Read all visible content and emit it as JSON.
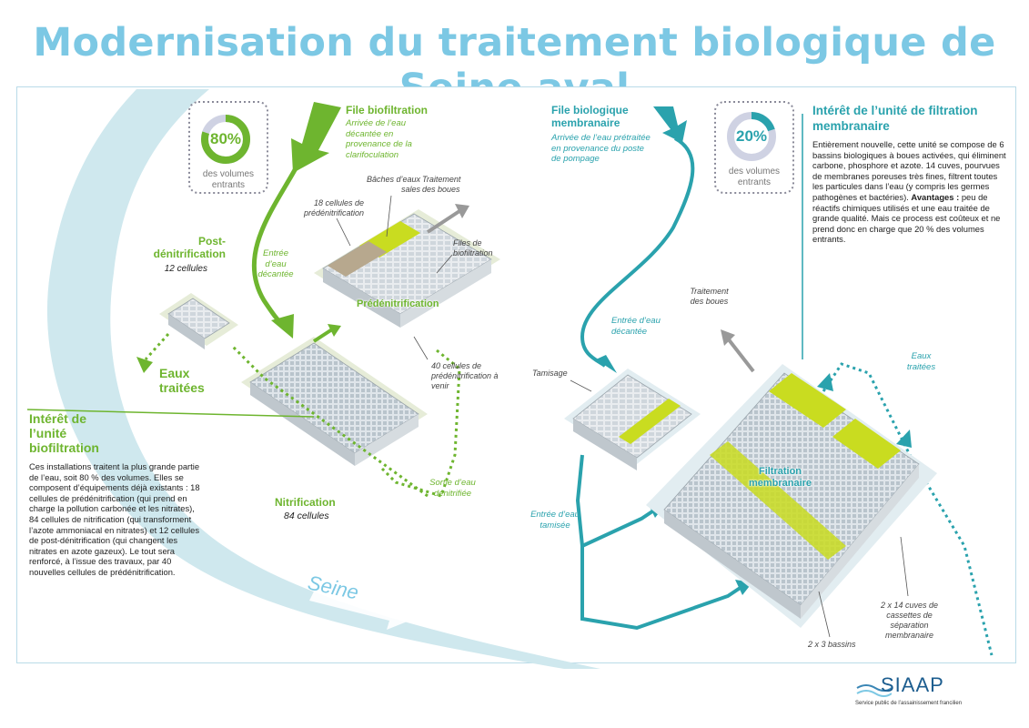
{
  "title": "Modernisation du traitement biologique de Seine aval",
  "colors": {
    "title": "#7cc8e4",
    "green": "#6eb52f",
    "teal": "#2aa2ad",
    "river": "#cfe8ee",
    "panel_border": "#b9dbe8"
  },
  "biofiltration": {
    "heading": "File biofiltration",
    "subtitle": "Arrivée de l’eau décantée en provenance de la clarifoculation",
    "percent_value": 80,
    "percent_label": "80%",
    "percent_caption": "des volumes entrants",
    "post_denit_title": "Post-dénitrification",
    "post_denit_cells": "12 cellules",
    "eaux_traitees": "Eaux traitées",
    "entree_eau": "Entrée d’eau décantée",
    "cells_predenit": "18 cellules de prédénitrification",
    "baches": "Bâches d’eaux sales",
    "traitement_boues": "Traitement des boues",
    "files_biofiltration": "Files de biofiltration",
    "predenit_label": "Prédénitrification",
    "cells_40": "40 cellules de prédénitrification à venir",
    "nitrification_label": "Nitrification",
    "nitrification_cells": "84 cellules",
    "sortie_eau": "Sortie d’eau dénitrifiée",
    "interet_title": "Intérêt de l’unité biofiltration",
    "interet_body": "Ces installations traitent la plus grande partie de l’eau, soit 80 % des volumes. Elles se composent d’équipements déjà existants : 18 cellules de prédénitrification (qui prend en charge la pollution carbonée et les nitrates), 84 cellules de nitrification (qui transforment l’azote ammoniacal en nitrates) et 12 cellules de post-dénitrification (qui changent les nitrates en azote gazeux). Le tout sera renforcé, à l’issue des travaux, par 40 nouvelles cellules de prédénitrification."
  },
  "membrane": {
    "heading": "File biologique membranaire",
    "subtitle": "Arrivée de l’eau prétraitée en provenance du poste de pompage",
    "percent_value": 20,
    "percent_label": "20%",
    "percent_caption": "des volumes entrants",
    "interet_title": "Intérêt de l’unité de filtration membranaire",
    "interet_body_1": "Entièrement nouvelle, cette unité se compose de 6 bassins biologiques à boues activées, qui éliminent carbone, phosphore et azote. 14 cuves, pourvues de membranes poreuses très fines, filtrent toutes les particules dans l’eau (y compris les germes pathogènes et bactéries).",
    "avantages_label": "Avantages :",
    "avantages_body": "peu de réactifs chimiques utilisés et une eau traitée de grande qualité. Mais ce process est coûteux et ne prend donc en charge que 20 % des volumes entrants.",
    "entree_decantee": "Entrée d’eau décantée",
    "traitement_boues": "Traitement des boues",
    "tamisage": "Tamisage",
    "eaux_traitees": "Eaux traitées",
    "filtration_label": "Filtration membranaire",
    "entree_tamisee": "Entrée d’eau tamisée",
    "cuves": "2 x 14 cuves de cassettes de séparation membranaire",
    "bassins": "2 x 3 bassins"
  },
  "river_label": "Seine",
  "logo": {
    "name": "SIAAP",
    "tagline": "Service public de l’assainissement francilien"
  }
}
